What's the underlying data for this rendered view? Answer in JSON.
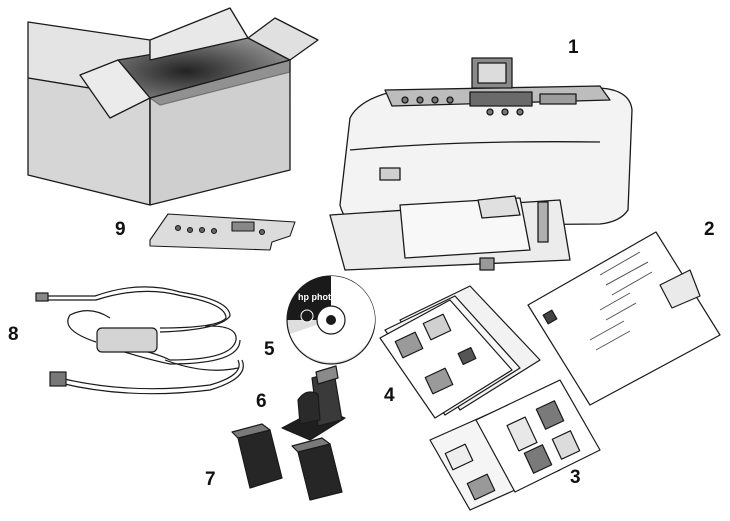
{
  "callouts": {
    "printer": "1",
    "setup_guide": "2",
    "photo_paper": "3",
    "user_guide": "4",
    "cd": "5",
    "cartridge_protector": "6",
    "ink_cartridges": "7",
    "power_supply": "8",
    "faceplate": "9"
  },
  "cd_label": "hp photosmart",
  "brand_logo": "hp",
  "colors": {
    "ink": "#1a1a1a",
    "paper": "#ffffff",
    "shade": "#9a9a9a"
  }
}
